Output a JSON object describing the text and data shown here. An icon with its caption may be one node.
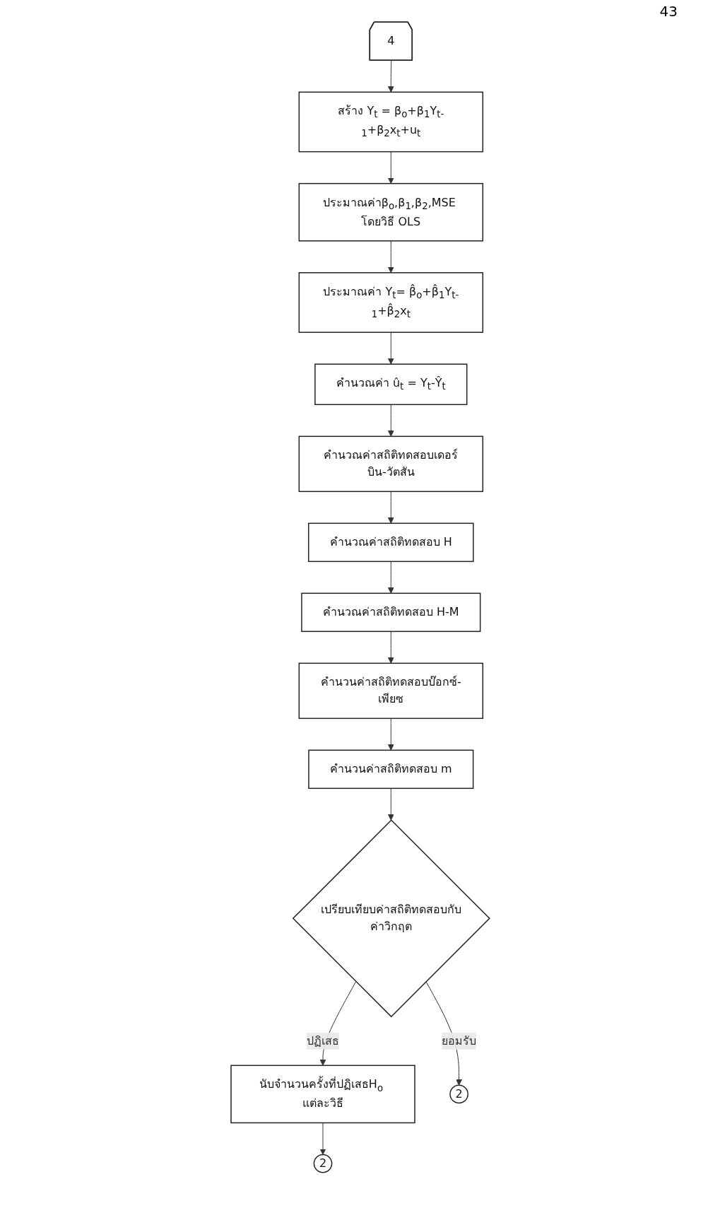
{
  "diagram": {
    "nodes": [
      {
        "text": [
          "4"
        ]
      },
      {
        "text": [
          "สร้าง Y$_{t}$ = β$_{o}$+β$_{1}$Y$_{t-1}$+β$_{2}$x$_{t}$+u$_{t}$"
        ]
      },
      {
        "text": [
          "ประมาณค่าβ$_{o}$,β$_{1}$,β$_{2}$,MSE โดยวิธี OLS"
        ]
      },
      {
        "text": [
          "ประมาณค่า Y$_{t}$= β̂$_{o}$+β̂$_{1}$Y$_{t-1}$+β̂$_{2}$x$_{t}$"
        ]
      },
      {
        "text": [
          "คำนวณค่า û$_{t}$ = Y$_{t}$-Ŷ$_{t}$"
        ]
      },
      {
        "text": [
          "คำนวณค่าสถิติทดสอบเดอร์บิน-วัตสัน"
        ]
      },
      {
        "text": [
          "คำนวณค่าสถิติทดสอบ H"
        ]
      },
      {
        "text": [
          "คำนวณค่าสถิติทดสอบ H-M"
        ]
      },
      {
        "text": [
          "คำนวนค่าสถิติทดสอบบ๊อกซ์-เพียซ"
        ]
      },
      {
        "text": [
          "คำนวนค่าสถิติทดสอบ m"
        ]
      },
      {
        "text": [
          "เปรียบเทียบค่าสถิติทดสอบกับค่าวิกฤต"
        ]
      },
      {
        "text": [
          "นับจำนวนครั้งที่ปฏิเสธH$_{o}$ แต่ละวิธี"
        ]
      },
      {
        "text": [
          "2"
        ]
      },
      {
        "text": [
          "2"
        ]
      }
    ],
    "edges": [
      {
        "from": 0,
        "to": 1,
        "arrow": "to"
      },
      {
        "from": 1,
        "to": 2,
        "arrow": "to"
      },
      {
        "from": 2,
        "to": 3,
        "arrow": "to"
      },
      {
        "from": 3,
        "to": 4,
        "arrow": "to"
      },
      {
        "from": 4,
        "to": 5,
        "arrow": "to"
      },
      {
        "from": 5,
        "to": 6,
        "arrow": "to"
      },
      {
        "from": 6,
        "to": 7,
        "arrow": "to"
      },
      {
        "from": 7,
        "to": 8,
        "arrow": "to"
      },
      {
        "from": 8,
        "to": 9,
        "arrow": "to"
      },
      {
        "from": 9,
        "to": 10,
        "arrow": "to"
      },
      {
        "from": 10,
        "to": 11,
        "arrow": "to",
        "label": "ปฏิเสธ"
      },
      {
        "from": 11,
        "to": 12,
        "arrow": "to"
      },
      {
        "from": 10,
        "to": 13,
        "arrow": "to",
        "label": "ยอมรับ"
      }
    ],
    "labels": [
      "43"
    ]
  }
}
